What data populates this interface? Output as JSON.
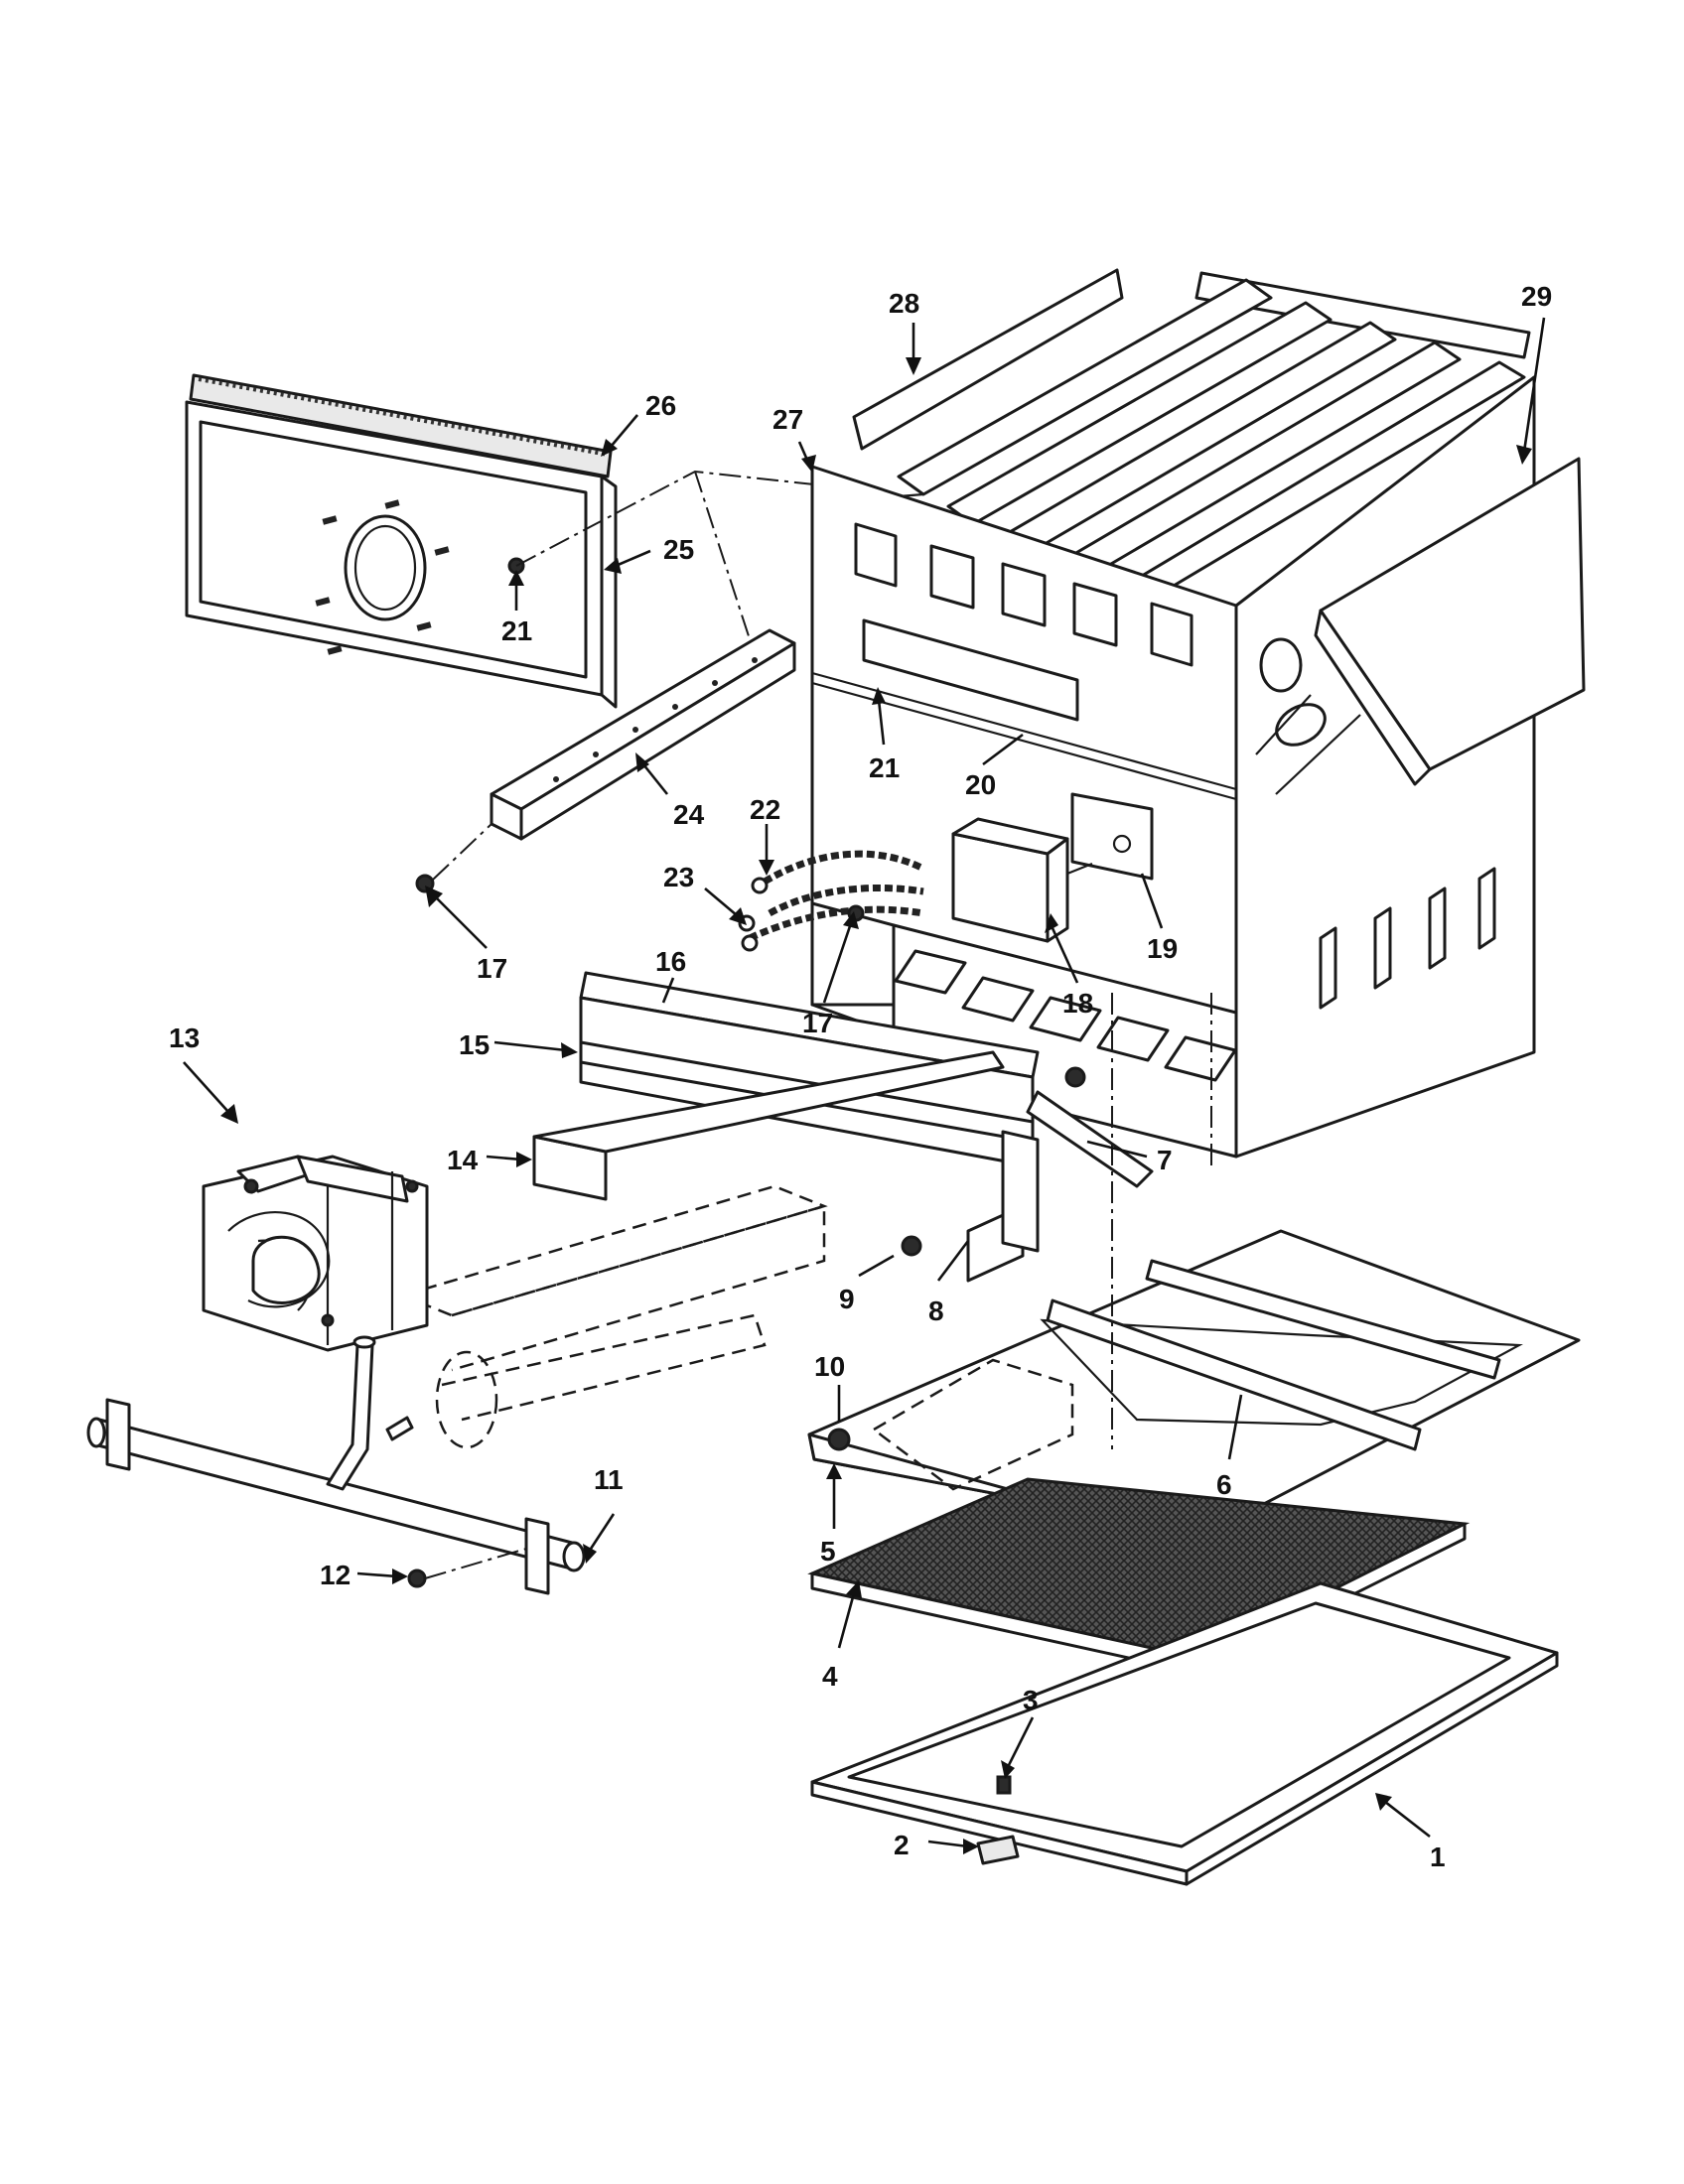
{
  "diagram": {
    "callouts": [
      {
        "id": "c1",
        "label": "1"
      },
      {
        "id": "c2",
        "label": "2"
      },
      {
        "id": "c3",
        "label": "3"
      },
      {
        "id": "c4",
        "label": "4"
      },
      {
        "id": "c5",
        "label": "5"
      },
      {
        "id": "c6",
        "label": "6"
      },
      {
        "id": "c7",
        "label": "7"
      },
      {
        "id": "c8",
        "label": "8"
      },
      {
        "id": "c9",
        "label": "9"
      },
      {
        "id": "c10",
        "label": "10"
      },
      {
        "id": "c11",
        "label": "11"
      },
      {
        "id": "c12",
        "label": "12"
      },
      {
        "id": "c13",
        "label": "13"
      },
      {
        "id": "c14",
        "label": "14"
      },
      {
        "id": "c15",
        "label": "15"
      },
      {
        "id": "c16",
        "label": "16"
      },
      {
        "id": "c17a",
        "label": "17"
      },
      {
        "id": "c17b",
        "label": "17"
      },
      {
        "id": "c18",
        "label": "18"
      },
      {
        "id": "c19",
        "label": "19"
      },
      {
        "id": "c20",
        "label": "20"
      },
      {
        "id": "c21a",
        "label": "21"
      },
      {
        "id": "c21b",
        "label": "21"
      },
      {
        "id": "c22",
        "label": "22"
      },
      {
        "id": "c23",
        "label": "23"
      },
      {
        "id": "c24",
        "label": "24"
      },
      {
        "id": "c25",
        "label": "25"
      },
      {
        "id": "c26",
        "label": "26"
      },
      {
        "id": "c27",
        "label": "27"
      },
      {
        "id": "c28",
        "label": "28"
      },
      {
        "id": "c29",
        "label": "29"
      }
    ]
  }
}
